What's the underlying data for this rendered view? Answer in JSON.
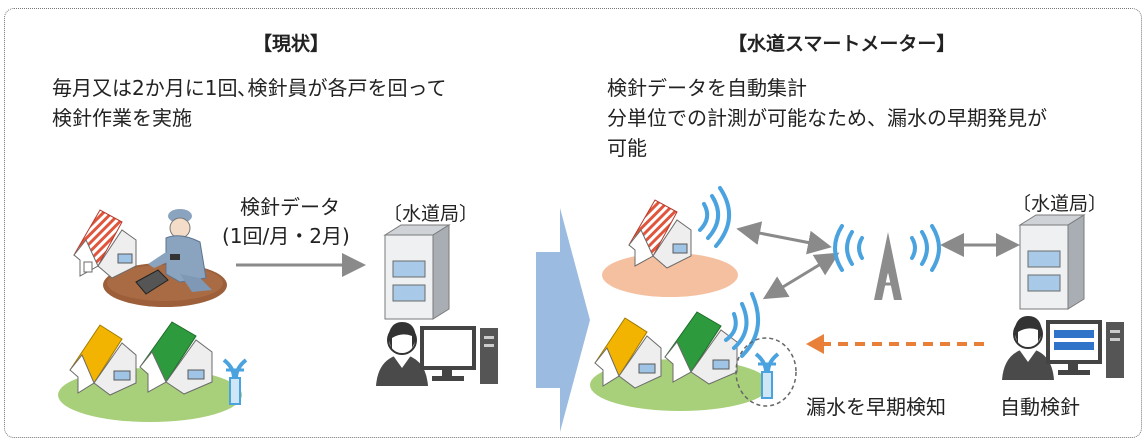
{
  "left_panel": {
    "heading": "【現状】",
    "description_line1": "毎月又は2か月に1回､検針員が各戸を回って",
    "description_line2": "検針作業を実施",
    "data_label_line1": "検針データ",
    "data_label_line2": "(1回/月・2月)",
    "office_label": "〔水道局〕"
  },
  "right_panel": {
    "heading": "【水道スマートメーター】",
    "description_line1": "検針データを自動集計",
    "description_line2": "分単位での計測が可能なため、漏水の早期発見が",
    "description_line3": "可能",
    "office_label": "〔水道局〕",
    "leak_label": "漏水を早期検知",
    "auto_label": "自動検針"
  },
  "icons": [
    "house-icon",
    "meter-reader-icon",
    "office-building-icon",
    "operator-pc-icon",
    "water-faucet-icon",
    "antenna-tower-icon",
    "wireless-signal-icon"
  ],
  "colors": {
    "arrow_blue": "#9cbbe0",
    "grass_green": "#a8cf7a",
    "soil_brown": "#9c5f3a",
    "peach_ground": "#f5c0a0",
    "leak_arrow_orange": "#e8803a",
    "signal_blue": "#4aa3df"
  }
}
